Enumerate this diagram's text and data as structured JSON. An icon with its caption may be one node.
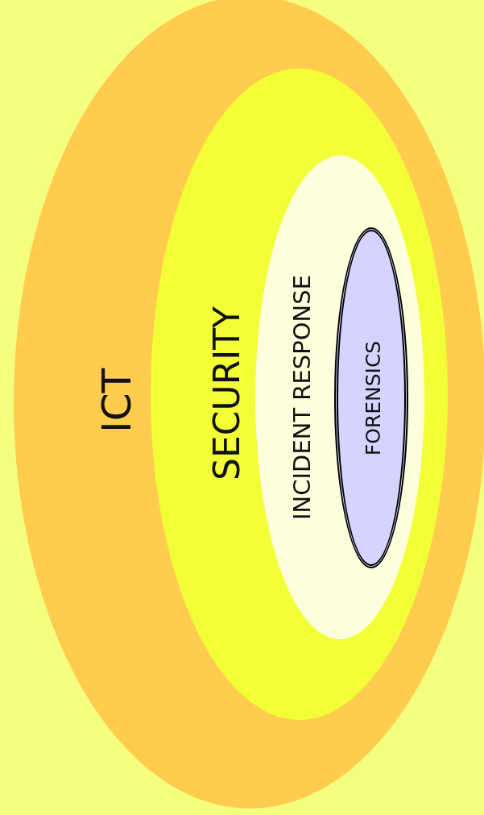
{
  "diagram": {
    "nodes": [
      {
        "text": [
          "ICT"
        ]
      },
      {
        "text": [
          "SECURITY"
        ],
        "in": 0
      },
      {
        "text": [
          "INCIDENT RESPONSE"
        ],
        "in": 1
      },
      {
        "text": [
          "FORENSICS"
        ],
        "in": 2
      }
    ]
  }
}
